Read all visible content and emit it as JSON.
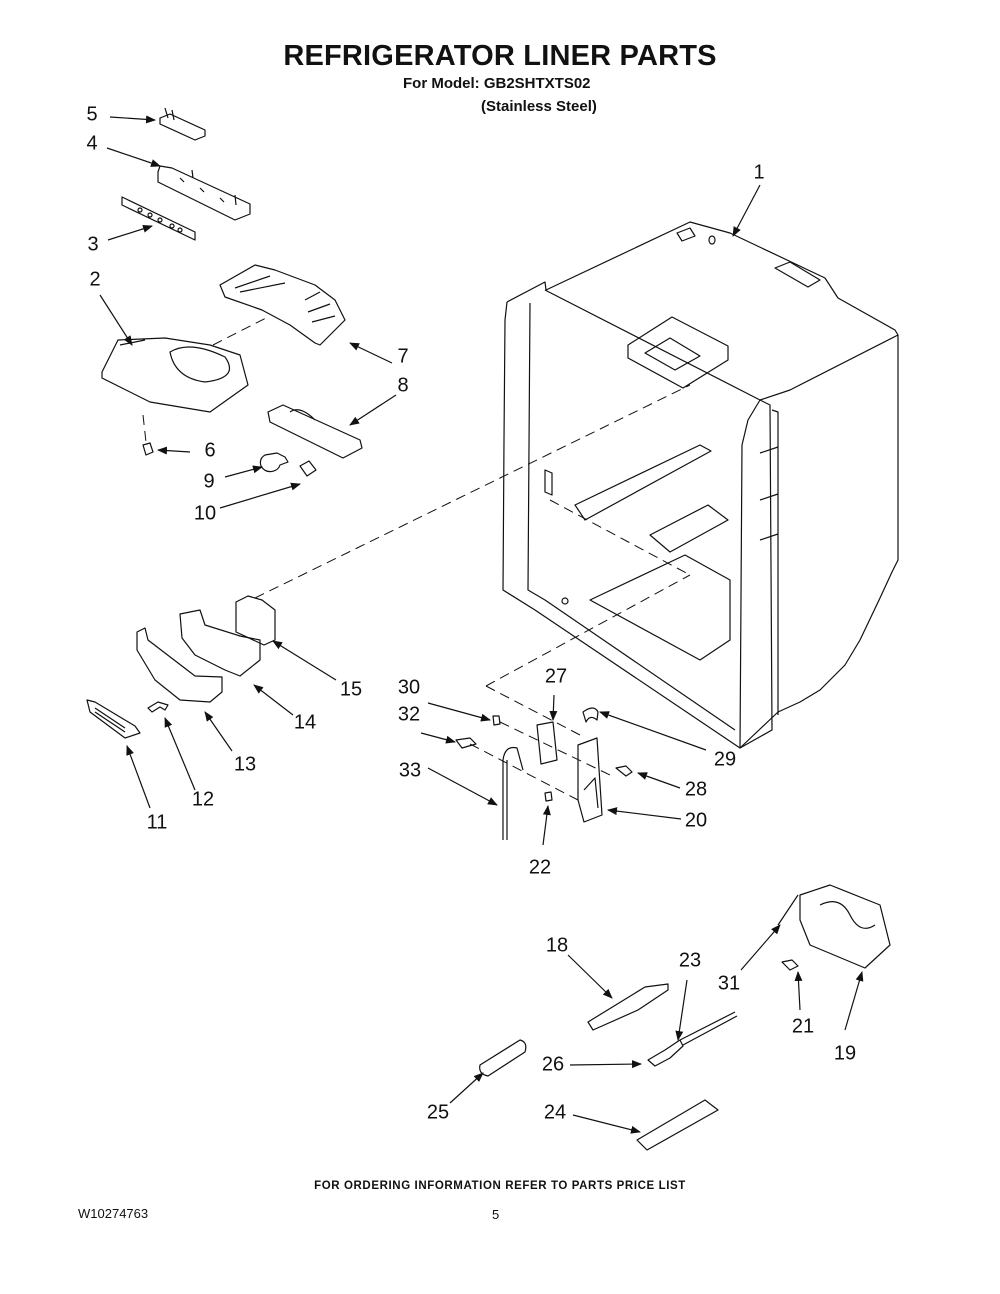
{
  "header": {
    "title": "REFRIGERATOR LINER PARTS",
    "model_line": "For Model: GB2SHTXTS02",
    "finish_line": "(Stainless Steel)"
  },
  "callouts": [
    {
      "id": "1"
    },
    {
      "id": "2"
    },
    {
      "id": "3"
    },
    {
      "id": "4"
    },
    {
      "id": "5"
    },
    {
      "id": "6"
    },
    {
      "id": "7"
    },
    {
      "id": "8"
    },
    {
      "id": "9"
    },
    {
      "id": "10"
    },
    {
      "id": "11"
    },
    {
      "id": "12"
    },
    {
      "id": "13"
    },
    {
      "id": "14"
    },
    {
      "id": "15"
    },
    {
      "id": "18"
    },
    {
      "id": "19"
    },
    {
      "id": "20"
    },
    {
      "id": "21"
    },
    {
      "id": "22"
    },
    {
      "id": "23"
    },
    {
      "id": "24"
    },
    {
      "id": "25"
    },
    {
      "id": "26"
    },
    {
      "id": "27"
    },
    {
      "id": "28"
    },
    {
      "id": "29"
    },
    {
      "id": "30"
    },
    {
      "id": "31"
    },
    {
      "id": "32"
    },
    {
      "id": "33"
    }
  ],
  "footer": {
    "ordering_note": "FOR ORDERING INFORMATION REFER TO PARTS PRICE LIST",
    "document_number": "W10274763",
    "page_number": "5"
  }
}
